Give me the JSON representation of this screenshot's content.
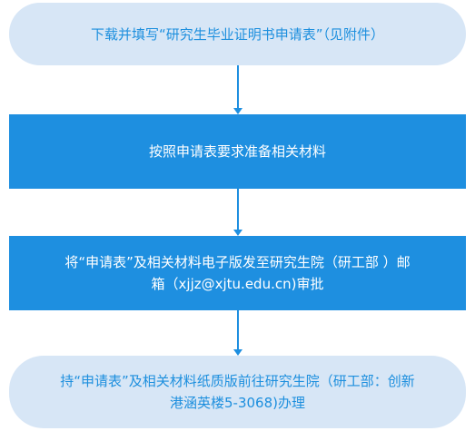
{
  "steps": [
    {
      "text": "下载并填写“研究生毕业证明书申请表”（见附件）"
    },
    {
      "text": "按照申请表要求准备相关材料"
    },
    {
      "text": "将“申请表”及相关材料电子版发至研究生院（研工部 ）邮\n箱（xjjz@xjtu.edu.cn)审批"
    },
    {
      "text": "持“申请表”及相关材料纸质版前往研究生院（研工部：创新\n港涵英楼5-3068)办理"
    }
  ],
  "colors": {
    "accent": "#1e8fe0",
    "light_fill": "#d7e6f6",
    "light_text": "#1d8fde",
    "dark_text": "#ffffff"
  }
}
